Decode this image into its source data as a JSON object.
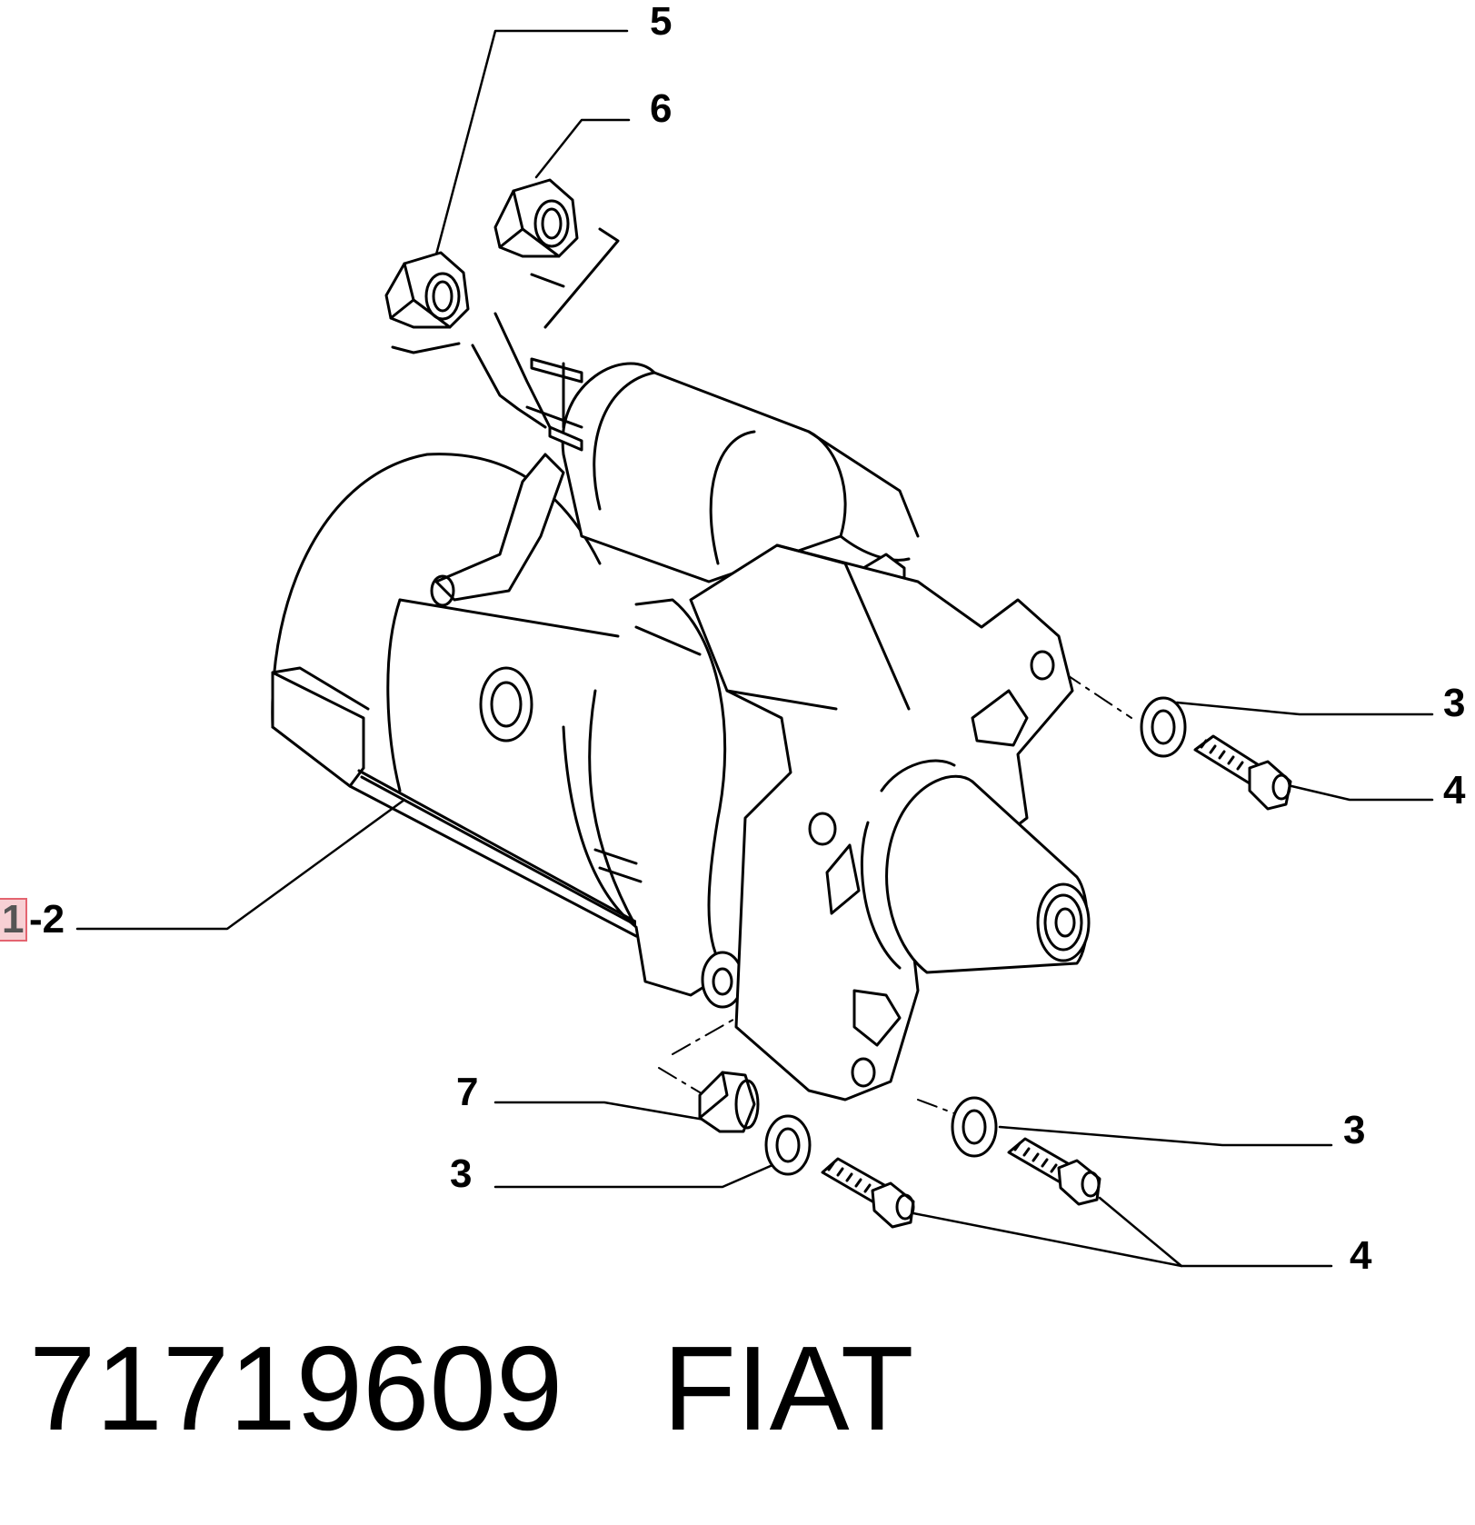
{
  "diagram": {
    "callouts": {
      "c5": "5",
      "c6": "6",
      "c3_right_top": "3",
      "c4_right_top": "4",
      "c1": "1",
      "c1_suffix": "-2",
      "c7": "7",
      "c3_left": "3",
      "c3_right_bottom": "3",
      "c4_bottom": "4"
    },
    "highlight_color": "#f7d0d4",
    "highlight_border": "#e46470"
  },
  "footer": {
    "part_number": "71719609",
    "brand": "FIAT"
  }
}
